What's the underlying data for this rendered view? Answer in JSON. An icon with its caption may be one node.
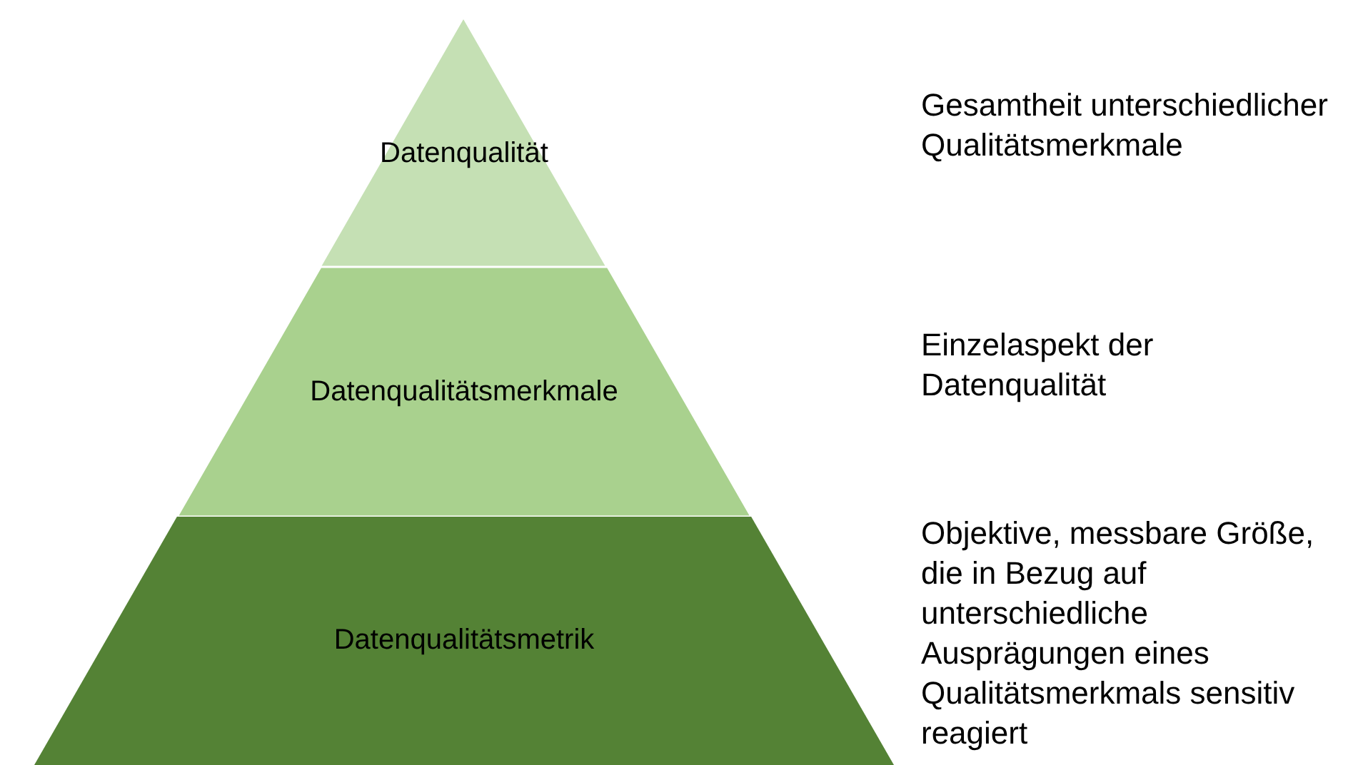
{
  "diagram": {
    "nodes": [
      {
        "text": [
          "Datenqualität"
        ]
      },
      {
        "text": [
          "Datenqualitätsmerkmale"
        ]
      },
      {
        "text": [
          "Datenqualitätsmetrik"
        ]
      }
    ],
    "edges": [],
    "labels": [
      "Gesamtheit unterschiedlicher Qualitätsmerkmale",
      "Einzelaspekt der Datenqualität",
      "Objektive, messbare Größe, die in Bezug auf unterschiedliche Ausprägungen eines Qualitätsmerkmals sensitiv reagiert"
    ]
  }
}
